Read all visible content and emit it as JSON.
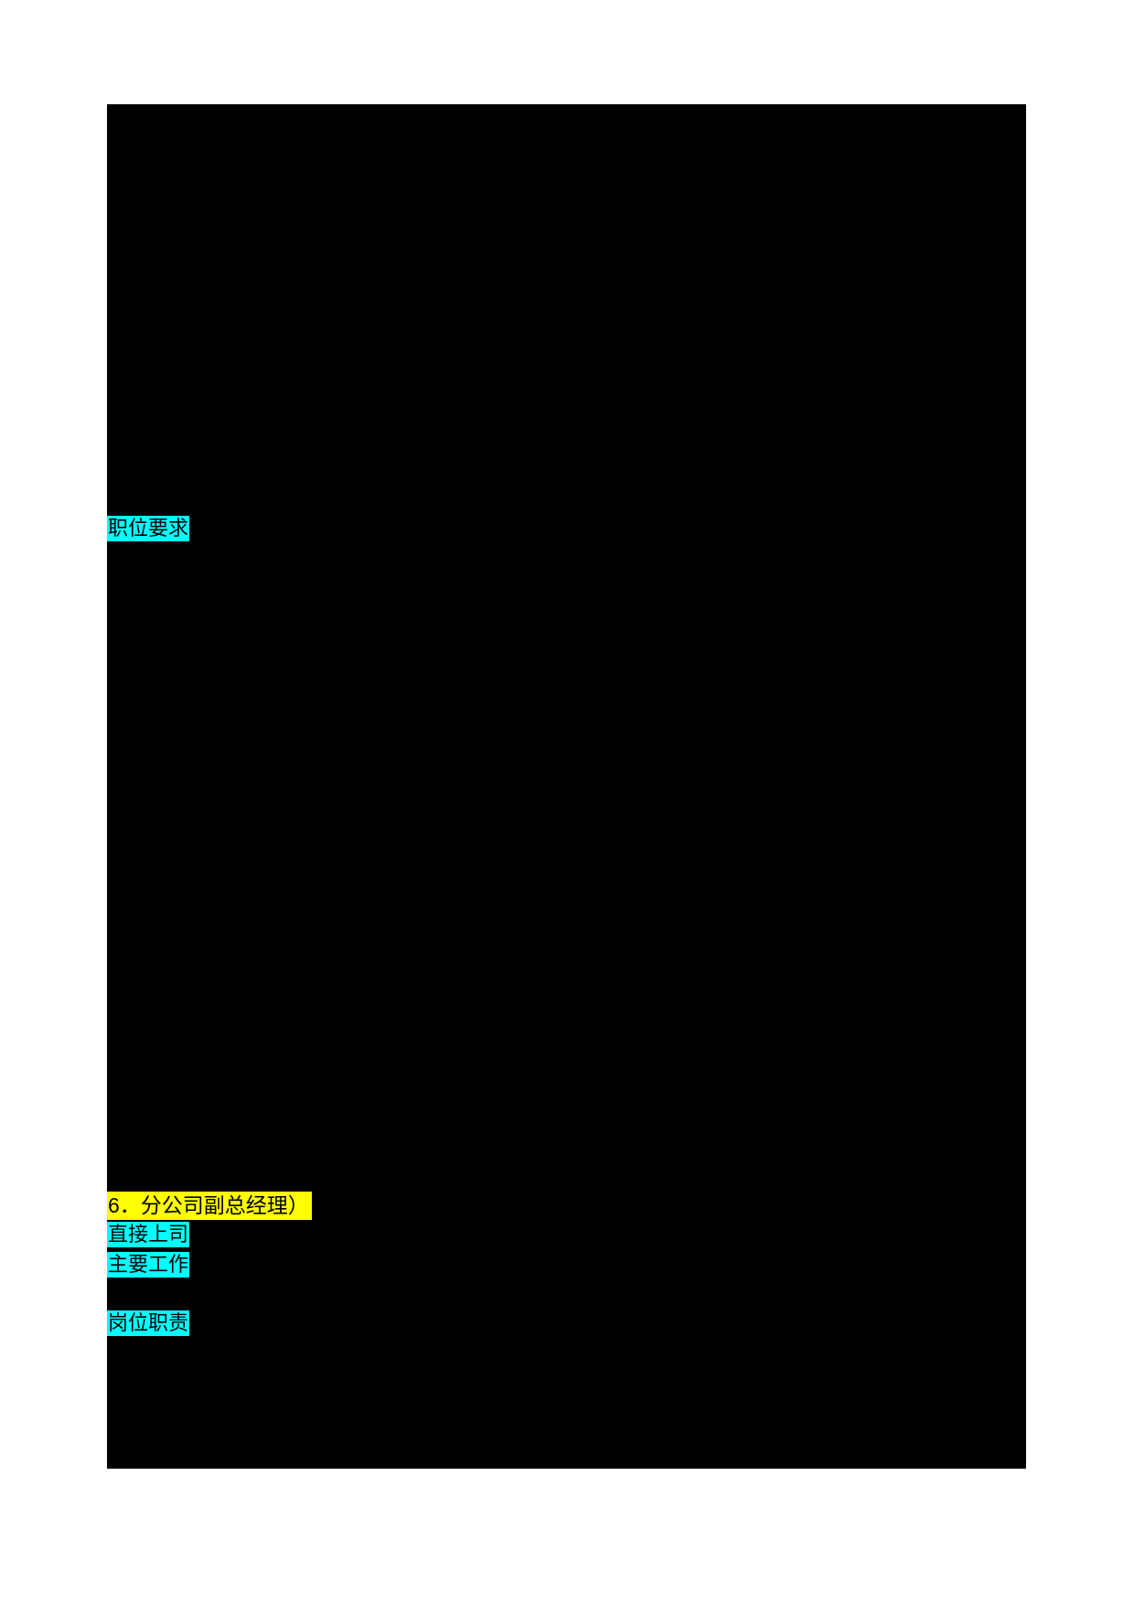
{
  "document": {
    "colors": {
      "page_background": "#FFFFFF",
      "content_background": "#000000",
      "text": "#000000",
      "cyan_highlight": "#00FFFF",
      "yellow_highlight": "#FFFF00"
    },
    "labels": {
      "job_requirements": {
        "text": "职位要求",
        "highlight": "#00FFFF"
      },
      "section_heading": {
        "text": "6．分公司副总经理）",
        "highlight": "#FFFF00"
      },
      "direct_supervisor": {
        "text": "直接上司",
        "highlight": "#00FFFF"
      },
      "main_work": {
        "text": "主要工作",
        "highlight": "#00FFFF"
      },
      "job_duties": {
        "text": "岗位职责",
        "highlight": "#00FFFF"
      }
    }
  }
}
